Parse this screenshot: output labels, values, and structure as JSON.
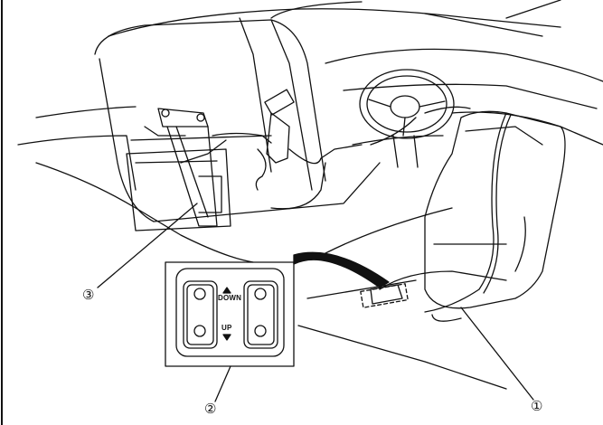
{
  "diagram": {
    "switch_labels": {
      "down": "DOWN",
      "up": "UP"
    },
    "callouts": [
      {
        "id": "1",
        "label": "①"
      },
      {
        "id": "2",
        "label": "②"
      },
      {
        "id": "3",
        "label": "③"
      }
    ],
    "colors": {
      "line": "#111111",
      "background": "#ffffff"
    }
  }
}
